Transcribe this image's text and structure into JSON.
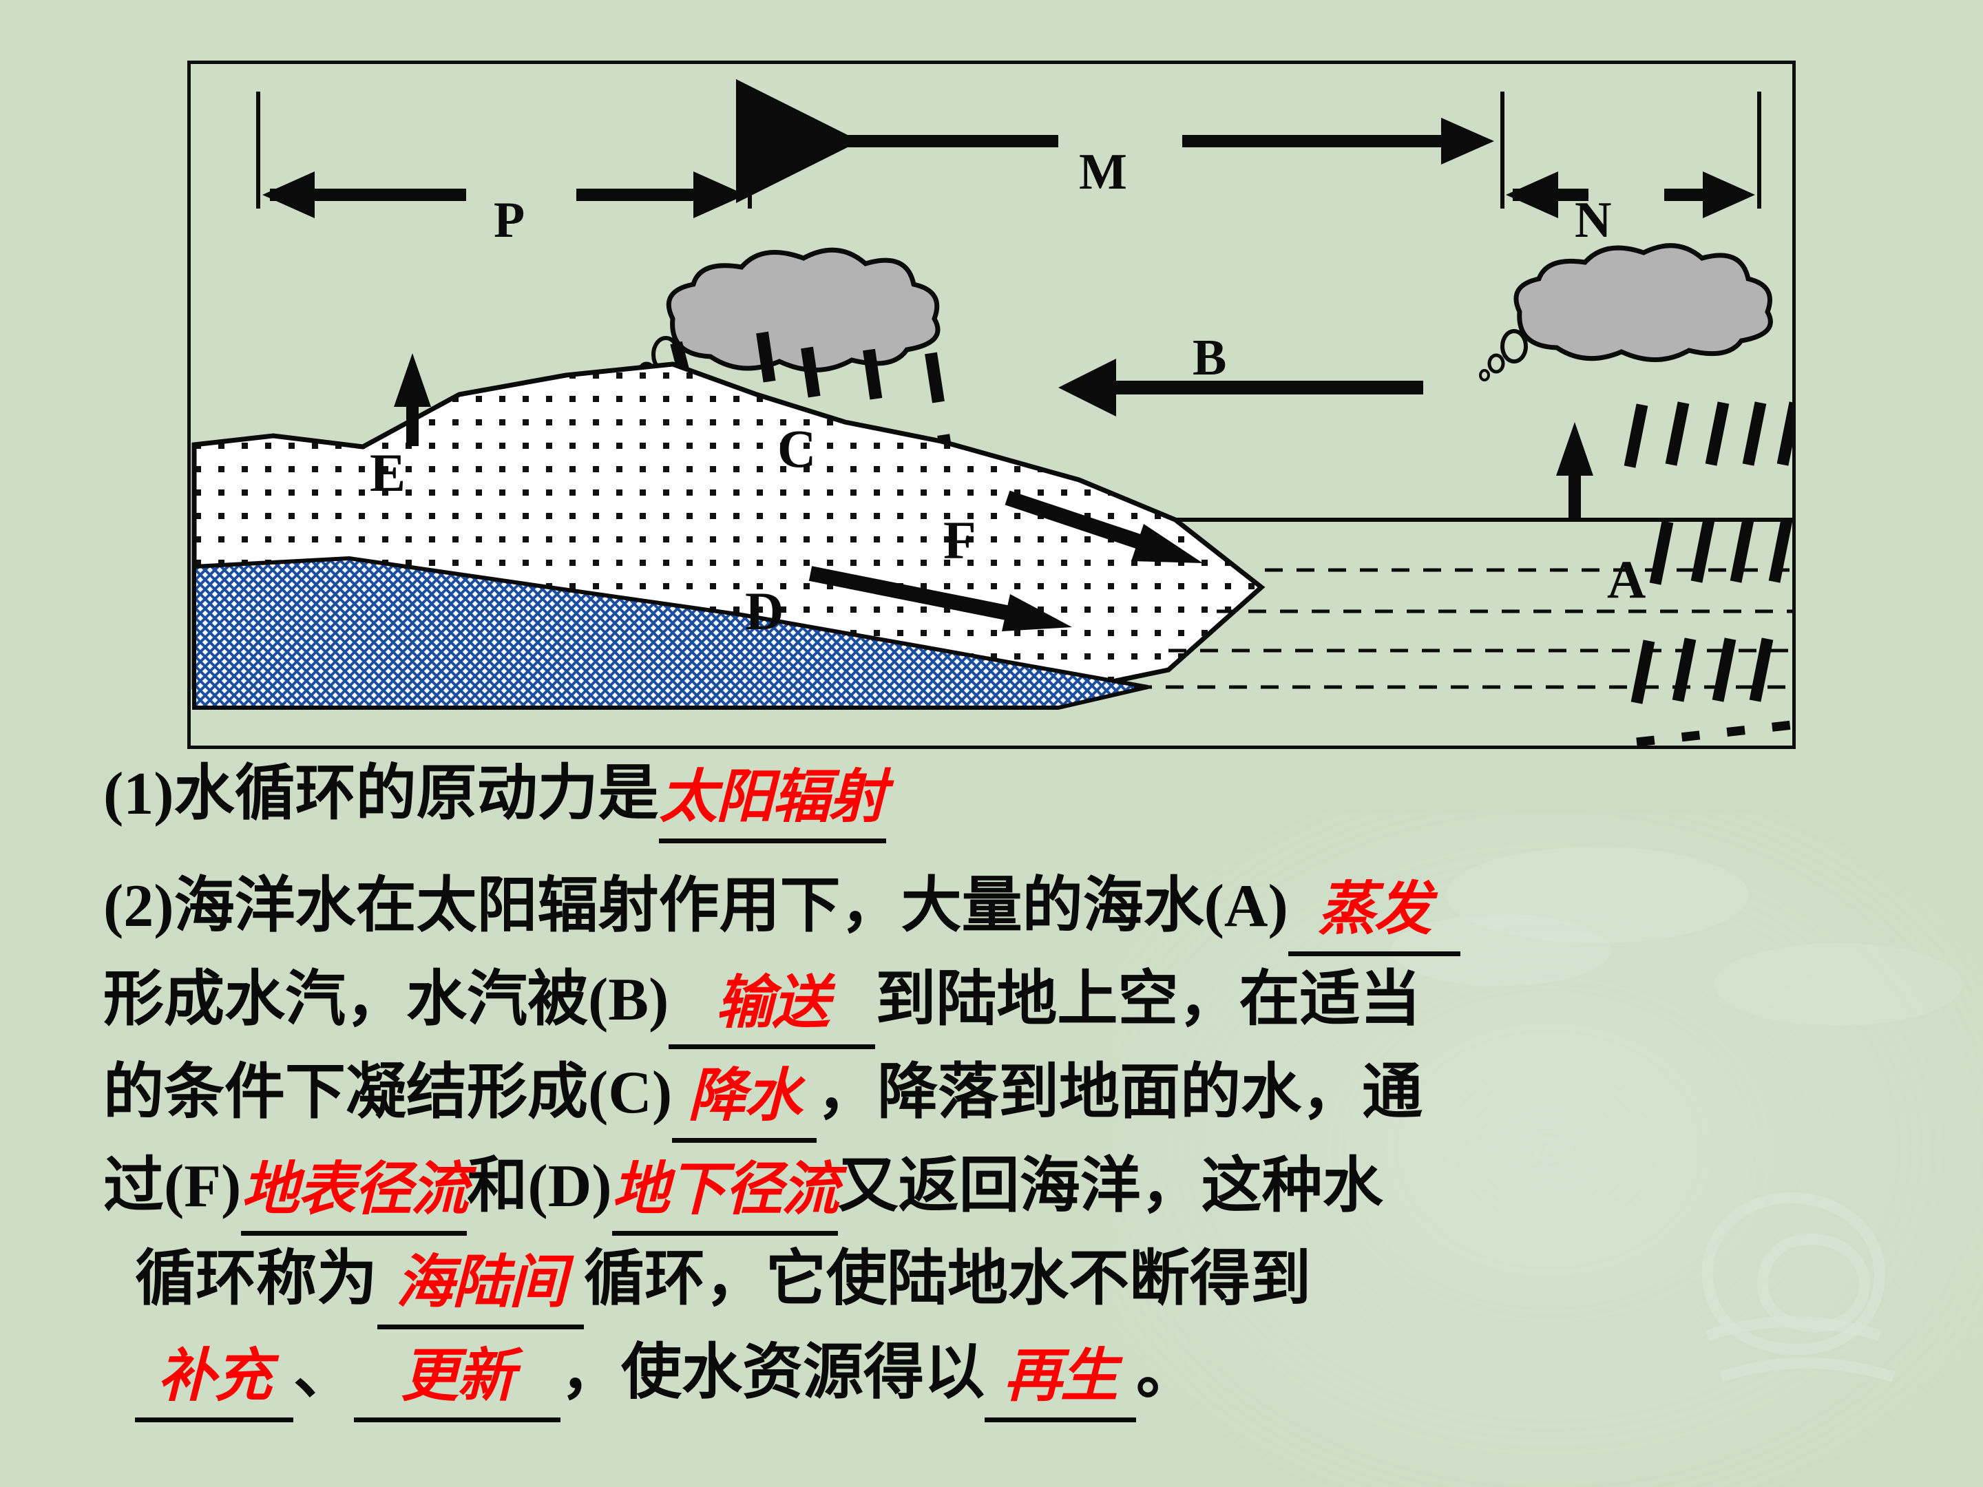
{
  "page": {
    "background_color": "#cdddc6",
    "ink_color": "#0a0a0a",
    "answer_color": "#ff0000"
  },
  "diagram": {
    "title": "water cycle cross-section diagram",
    "zone_labels": [
      {
        "id": "P",
        "label": "P",
        "meaning": "inland / continental zone span"
      },
      {
        "id": "M",
        "label": "M",
        "meaning": "sea-land (middle) zone span"
      },
      {
        "id": "N",
        "label": "N",
        "meaning": "ocean zone span"
      }
    ],
    "process_labels": [
      {
        "id": "A",
        "label": "A",
        "meaning": "ocean evaporation (upward arrow over sea)"
      },
      {
        "id": "B",
        "label": "B",
        "meaning": "water-vapour transport (leftward arrow)"
      },
      {
        "id": "C",
        "label": "C",
        "meaning": "precipitation over land (dashed rain)"
      },
      {
        "id": "D",
        "label": "D",
        "meaning": "subsurface / underground runoff"
      },
      {
        "id": "E",
        "label": "E",
        "meaning": "land evaporation & transpiration (upward arrow)"
      },
      {
        "id": "F",
        "label": "F",
        "meaning": "surface runoff"
      }
    ],
    "cloud_count": 2,
    "legend_notes": {
      "dotted_layer": "soil / land mass fill (dotted)",
      "blue_hatched_layer": "groundwater body (blue cross-hatch)",
      "dashed_lines": "rainfall streaks"
    }
  },
  "questions": {
    "q1": {
      "number": "(1)",
      "text": "水循环的原动力是",
      "answer": "太阳辐射"
    },
    "q2": {
      "number": "(2)",
      "line1_a": "海洋水在太阳辐射作用下，大量的海水(A)",
      "answer_A": "蒸发",
      "line2_a": "形成水汽，水汽被(B)",
      "answer_B": "输送",
      "line2_b": "到陆地上空，在适当",
      "line3_a": "的条件下凝结形成(C)",
      "answer_C": "降水",
      "line3_b": "，降落到地面的水，通",
      "line4_a": "过(F)",
      "answer_F": "地表径流",
      "line4_b": "和(D)",
      "answer_D": "地下径流",
      "line4_c": "又返回海洋，这种水",
      "line5_a": "循环称为",
      "answer_cycle": "海陆间",
      "line5_b": "循环，它使陆地水不断得到",
      "answer_replenish": "补充",
      "sep1": "、",
      "answer_renew": "更新",
      "line6_a": "，使水资源得以",
      "answer_regen": "再生",
      "line6_b": "。"
    }
  }
}
